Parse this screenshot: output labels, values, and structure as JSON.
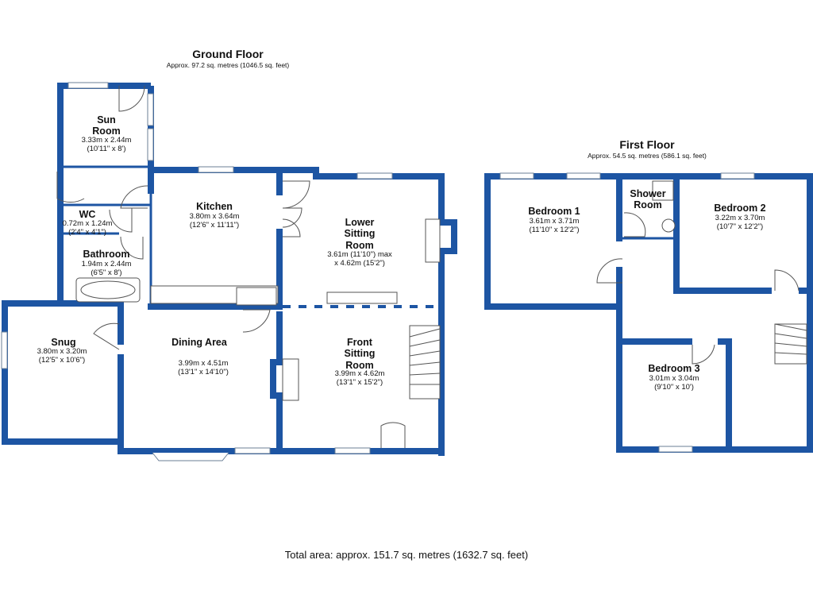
{
  "ground_floor": {
    "title": "Ground Floor",
    "area": "Approx. 97.2 sq. metres (1046.5 sq. feet)",
    "rooms": [
      {
        "name": "Sun Room",
        "dims_m": "3.33m x 2.44m",
        "dims_ft": "(10'11\" x 8')"
      },
      {
        "name": "WC",
        "dims_m": "0.72m x 1.24m",
        "dims_ft": "(2'4\" x 4'1\")"
      },
      {
        "name": "Bathroom",
        "dims_m": "1.94m x 2.44m",
        "dims_ft": "(6'5\" x 8')"
      },
      {
        "name": "Kitchen",
        "dims_m": "3.80m x 3.64m",
        "dims_ft": "(12'6\" x 11'11\")"
      },
      {
        "name": "Lower Sitting Room",
        "dims_m": "3.61m (11'10\") max",
        "dims_ft": "x 4.62m (15'2\")"
      },
      {
        "name": "Snug",
        "dims_m": "3.80m x 3.20m",
        "dims_ft": "(12'5\" x 10'6\")"
      },
      {
        "name": "Dining Area",
        "dims_m": "3.99m x 4.51m",
        "dims_ft": "(13'1\" x 14'10\")"
      },
      {
        "name": "Front Sitting Room",
        "dims_m": "3.99m x 4.62m",
        "dims_ft": "(13'1\" x 15'2\")"
      }
    ]
  },
  "first_floor": {
    "title": "First Floor",
    "area": "Approx. 54.5 sq. metres (586.1 sq. feet)",
    "rooms": [
      {
        "name": "Bedroom 1",
        "dims_m": "3.61m x 3.71m",
        "dims_ft": "(11'10\" x 12'2\")"
      },
      {
        "name": "Shower Room",
        "dims_m": "",
        "dims_ft": ""
      },
      {
        "name": "Bedroom 2",
        "dims_m": "3.22m x 3.70m",
        "dims_ft": "(10'7\" x 12'2\")"
      },
      {
        "name": "Bedroom 3",
        "dims_m": "3.01m x 3.04m",
        "dims_ft": "(9'10\" x 10')"
      }
    ]
  },
  "total_area": "Total area: approx. 151.7 sq. metres (1632.7 sq. feet)",
  "colors": {
    "wall": "#1d55a3",
    "background": "#ffffff"
  }
}
